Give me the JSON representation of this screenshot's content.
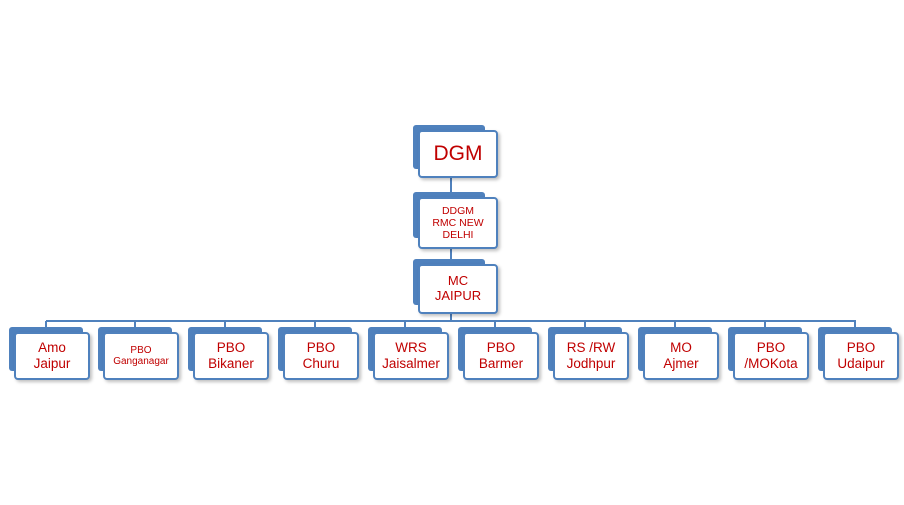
{
  "colors": {
    "box_border": "#4f81bd",
    "box_shadow": "#4f81bd",
    "text": "#c00000",
    "connector": "#4f81bd",
    "background": "#ffffff"
  },
  "org_chart": {
    "root": "DGM",
    "level2": "DDGM\nRMC NEW\nDELHI",
    "level3": "MC\nJAIPUR",
    "offices": [
      "Amo\nJaipur",
      "PBO\nGanganagar",
      "PBO\nBikaner",
      "PBO\nChuru",
      "WRS\nJaisalmer",
      "PBO\nBarmer",
      "RS /RW\nJodhpur",
      "MO\nAjmer",
      "PBO\n/MOKota",
      "PBO\nUdaipur"
    ]
  }
}
